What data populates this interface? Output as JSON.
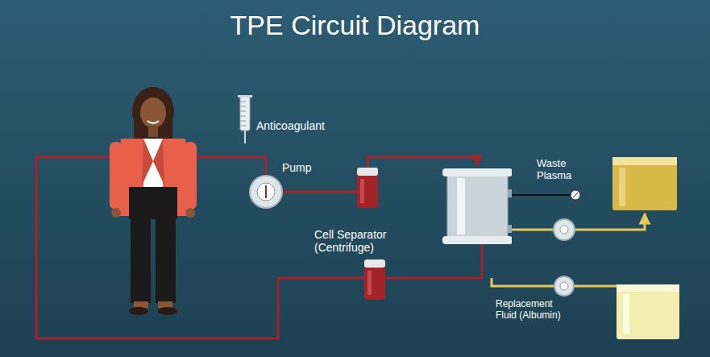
{
  "diagram": {
    "title": "TPE Circuit Diagram",
    "nodes": [
      {
        "text": [
          "Anticoagulant"
        ]
      },
      {
        "text": [
          "Pump"
        ]
      },
      {
        "text": [
          "Cell Separator (Centrifuge)"
        ]
      },
      {
        "text": [
          "Waste Plasma"
        ]
      },
      {
        "text": [
          "Replacement Fluid (Albumin)"
        ]
      }
    ],
    "edges": [
      {
        "from": 1,
        "to": 2,
        "arrow": "to"
      },
      {
        "from": 2,
        "to": 3,
        "arrow": "to"
      }
    ]
  }
}
